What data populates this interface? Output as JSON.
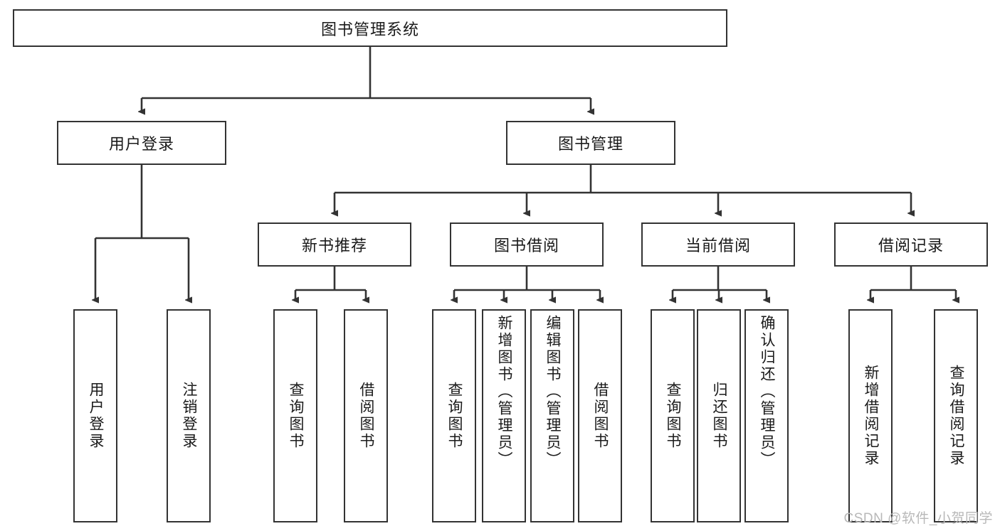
{
  "diagram": {
    "title": "图书管理系统",
    "type": "tree-hierarchy",
    "root": {
      "label": "图书管理系统"
    },
    "level2": [
      {
        "label": "用户登录"
      },
      {
        "label": "图书管理"
      }
    ],
    "level3": [
      {
        "label": "新书推荐"
      },
      {
        "label": "图书借阅"
      },
      {
        "label": "当前借阅"
      },
      {
        "label": "借阅记录"
      }
    ],
    "leaves": {
      "user_login": [
        {
          "label": "用户登录"
        },
        {
          "label": "注销登录"
        }
      ],
      "new_book_recommend": [
        {
          "label": "查询图书"
        },
        {
          "label": "借阅图书"
        }
      ],
      "book_borrow": [
        {
          "label": "查询图书"
        },
        {
          "label": "新增图书（管理员）"
        },
        {
          "label": "编辑图书（管理员）"
        },
        {
          "label": "借阅图书"
        }
      ],
      "current_borrow": [
        {
          "label": "查询图书"
        },
        {
          "label": "归还图书"
        },
        {
          "label": "确认归还（管理员）"
        }
      ],
      "borrow_record": [
        {
          "label": "新增借阅记录"
        },
        {
          "label": "查询借阅记录"
        }
      ]
    }
  },
  "watermark": {
    "text": "CSDN @软件_小贺同学"
  },
  "colors": {
    "stroke": "#333333",
    "fill": "#ffffff",
    "text": "#1a1a1a",
    "watermark": "#b8b8b8"
  }
}
